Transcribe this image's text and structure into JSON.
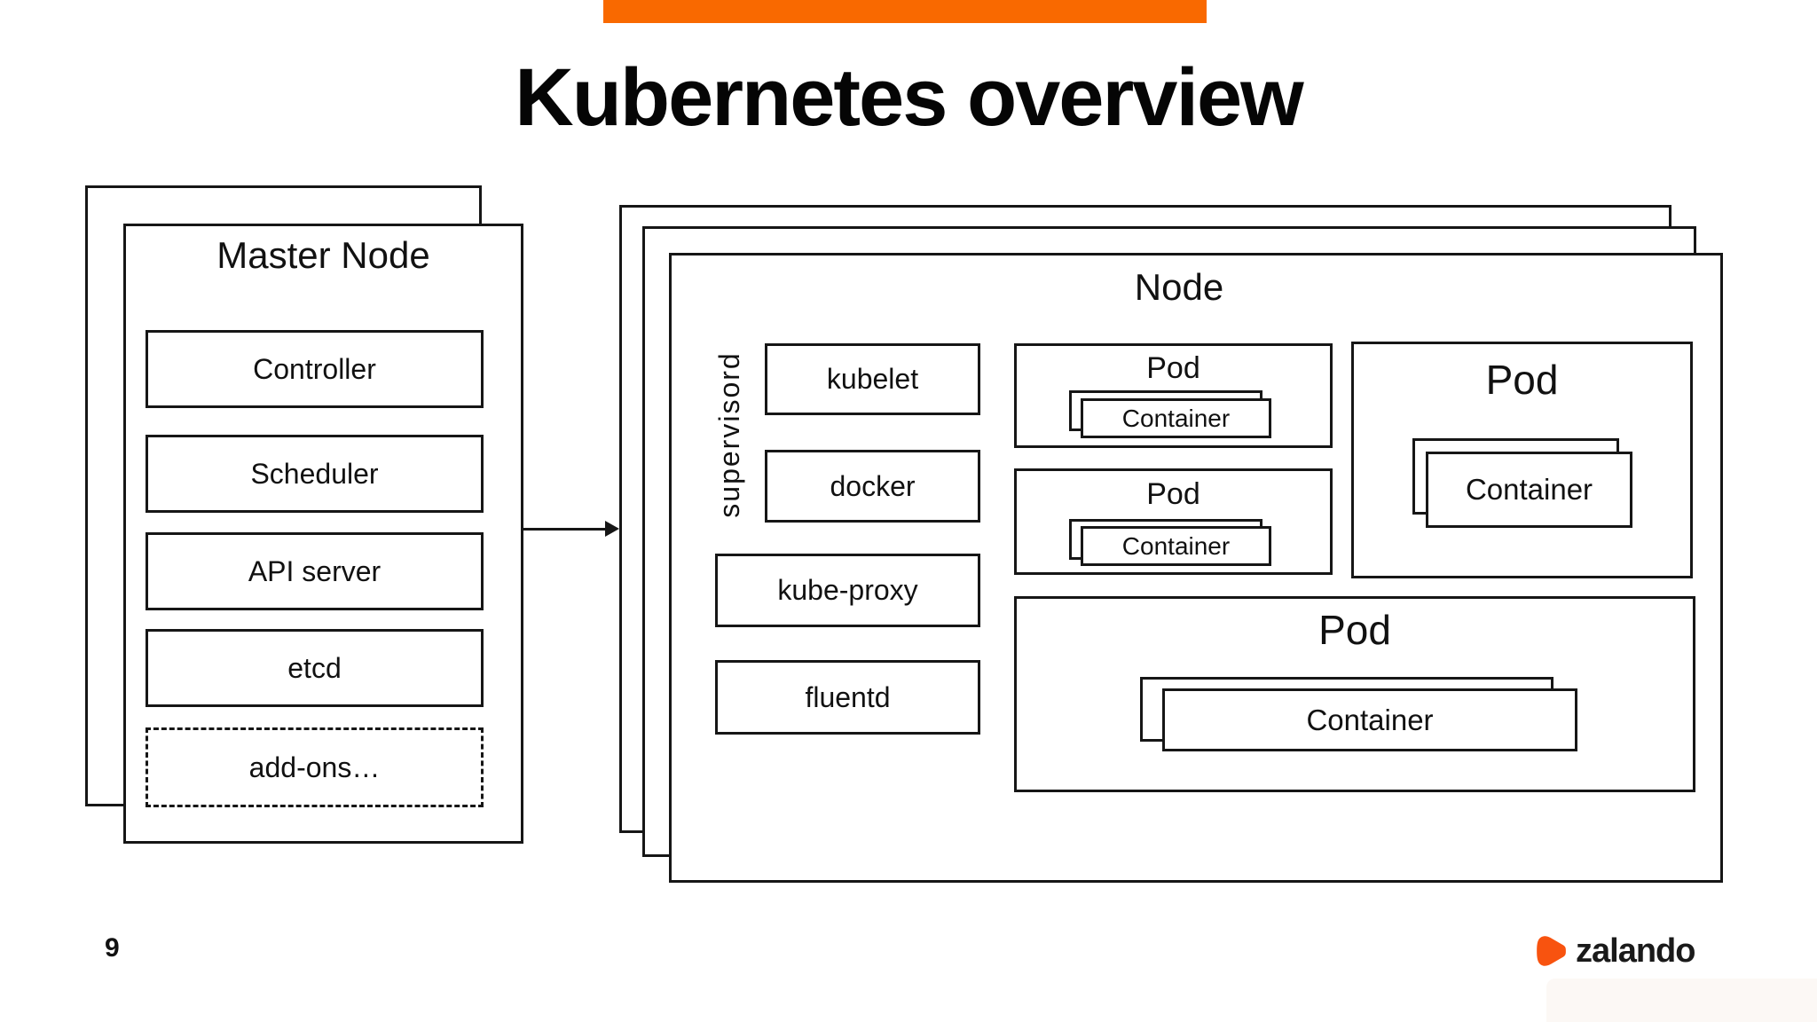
{
  "slide": {
    "title": "Kubernetes overview",
    "page_number": "9",
    "accent_color": "#F96900",
    "footer_strip_color": "#FCF8F5"
  },
  "master_node": {
    "title": "Master Node",
    "components": [
      "Controller",
      "Scheduler",
      "API server",
      "etcd",
      "add-ons…"
    ]
  },
  "node": {
    "title": "Node",
    "supervisor": "supervisord",
    "services": [
      "kubelet",
      "docker",
      "kube-proxy",
      "fluentd"
    ]
  },
  "pods": [
    {
      "label": "Pod",
      "container": "Container"
    },
    {
      "label": "Pod",
      "container": "Container"
    },
    {
      "label": "Pod",
      "container": "Container"
    },
    {
      "label": "Pod",
      "container": "Container"
    }
  ],
  "logo": {
    "text": "zalando",
    "triangle_color": "#F8530F",
    "text_color": "#1A1A1A"
  }
}
